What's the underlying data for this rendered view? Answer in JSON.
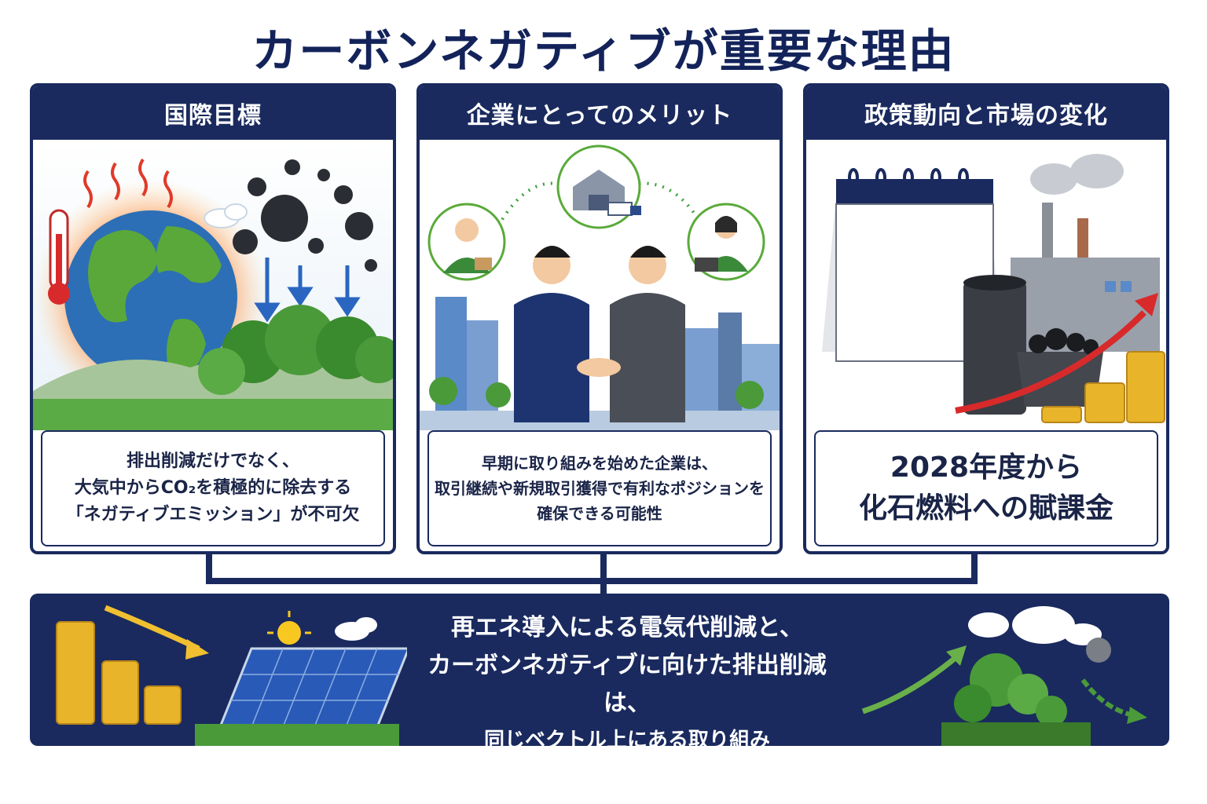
{
  "title": "カーボンネガティブが重要な理由",
  "panels": [
    {
      "heading": "国際目標",
      "lines": [
        "排出削減だけでなく、",
        "大気中からCO₂を積極的に除去する",
        "「ネガティブエミッション」が不可欠"
      ]
    },
    {
      "heading": "企業にとってのメリット",
      "lines": [
        "早期に取り組みを始めた企業は、",
        "取引継続や新規取引獲得で有利なポジションを",
        "確保できる可能性"
      ]
    },
    {
      "heading": "政策動向と市場の変化",
      "lines": [
        "2028年度から",
        "化石燃料への賦課金"
      ]
    }
  ],
  "conclusion": {
    "lines": [
      "再エネ導入による電気代削減と、",
      "カーボンネガティブに向けた排出削減は、",
      "同じベクトル上にある取り組み"
    ]
  },
  "colors": {
    "navy": "#1a2a5e",
    "white": "#ffffff",
    "green": "#4a9a3a",
    "gold": "#e8b52a",
    "red": "#d82a2a"
  }
}
